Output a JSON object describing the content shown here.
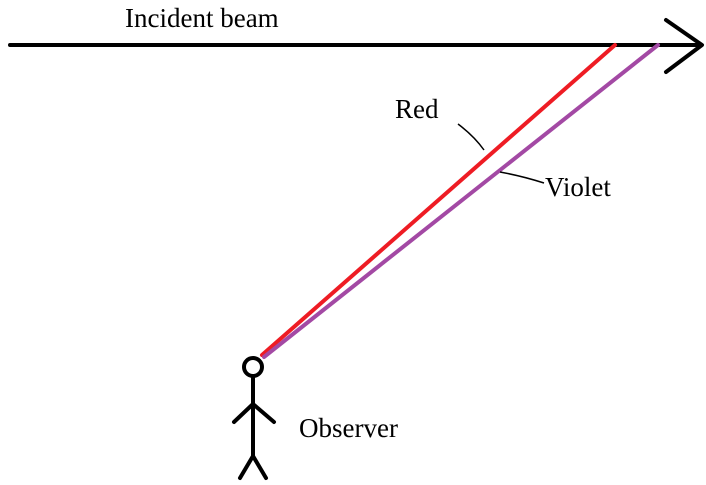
{
  "labels": {
    "incident": "Incident beam",
    "red": "Red",
    "violet": "Violet",
    "observer": "Observer"
  },
  "colors": {
    "beam": "#000000",
    "red_ray": "#ee1c24",
    "violet_ray": "#a349a4",
    "leader": "#000000",
    "observer": "#000000",
    "background": "#ffffff"
  }
}
